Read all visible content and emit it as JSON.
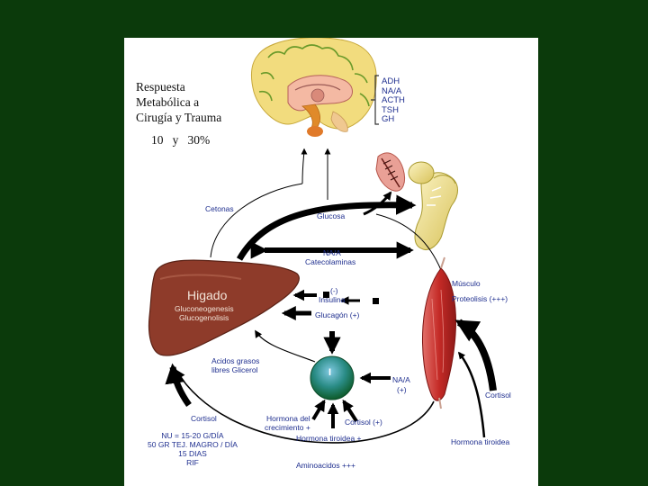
{
  "slide": {
    "title_lines": [
      "Respuesta",
      "Metabólica a",
      "Cirugía y Trauma"
    ],
    "percent_text": "10   y   30%"
  },
  "hormones": [
    "ADH",
    "NA/A",
    "ACTH",
    "TSH",
    "GH"
  ],
  "labels": {
    "cetonas": "Cetonas",
    "glucosa": "Glucosa",
    "na_a": "NA/A",
    "catecolaminas": "Catecolaminas",
    "musculo": "Músculo",
    "proteolisis": "Proteolisis (+++)",
    "higado": "Higado",
    "gluconeogenesis": "Gluconeogenesis",
    "glucogenolisis": "Glucogenolisis",
    "insulina_sign": "(-)",
    "insulina": "Insulina",
    "glucagon": "Glucagón (+)",
    "acidos_1": "Acidos grasos",
    "acidos_2": "libres Glicerol",
    "pancreas_letter": "I",
    "na_a_plus_1": "NA/A",
    "na_a_plus_2": "(+)",
    "cortisol_right": "Cortisol",
    "cortisol_left": "Cortisol",
    "cortisol_plus": "Cortisol (+)",
    "hormona_crec_1": "Hormona del",
    "hormona_crec_2": "crecimiento +",
    "hormona_tiroidea_plus": "Hormona tiroidea +",
    "hormona_tiroidea": "Hormona tiroidea",
    "aminoacidos": "Aminoacidos +++"
  },
  "nitrogen_lines": [
    "NU = 15-20 G/DÍA",
    "50 GR TEJ. MAGRO / DÍA",
    "15 DIAS",
    "RIF"
  ],
  "colors": {
    "background": "#0b3a0b",
    "slide": "#ffffff",
    "label_text": "#1f2f8f",
    "liver": "#8e3b2a",
    "muscle": "#c9302c",
    "brain": "#f0d77a",
    "arrow": "#000000"
  }
}
